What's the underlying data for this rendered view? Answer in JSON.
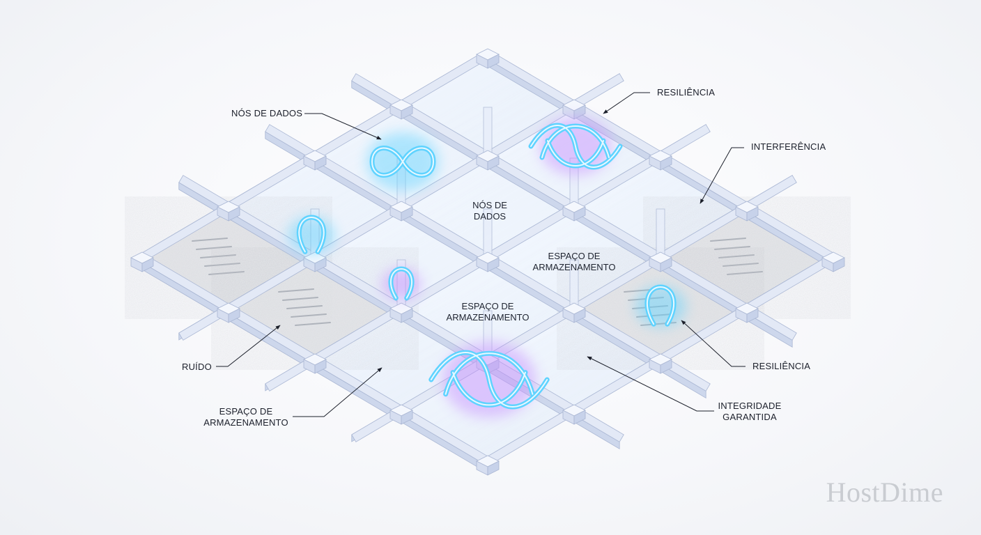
{
  "callouts": {
    "nos_de_dados": "NÓS DE DADOS",
    "resiliencia_top": "RESILIÊNCIA",
    "interferencia": "INTERFERÊNCIA",
    "ruido": "RUÍDO",
    "espaco_l1": "ESPAÇO DE",
    "espaco_l2": "ARMAZENAMENTO",
    "resiliencia_right": "RESILIÊNCIA",
    "integridade_l1": "INTEGRIDADE",
    "integridade_l2": "GARANTIDA"
  },
  "cells": {
    "nos_l1": "NÓS DE",
    "nos_l2": "DADOS",
    "esp_a_l1": "ESPAÇO DE",
    "esp_a_l2": "ARMAZENAMENTO",
    "esp_b_l1": "ESPAÇO DE",
    "esp_b_l2": "ARMAZENAMENTO"
  },
  "brand": "HostDime",
  "colors": {
    "frame": "#e3e9f6",
    "frame_edge": "#a9b6d3",
    "knot_cyan": "#5fd3ff",
    "knot_violet": "#c58cff",
    "text": "#1b1f2a"
  }
}
